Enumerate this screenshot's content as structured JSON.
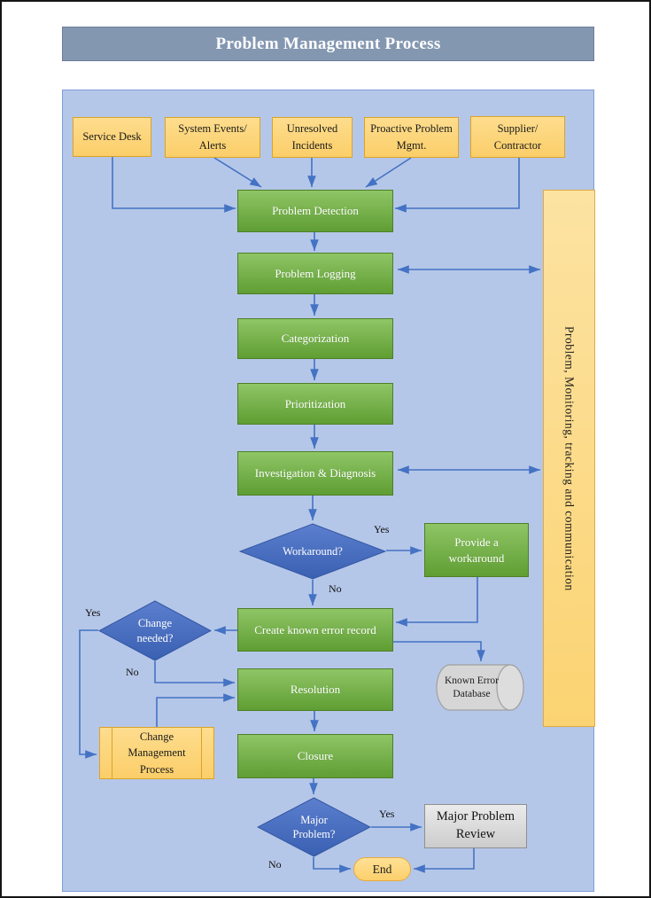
{
  "title": "Problem Management Process",
  "sources": [
    {
      "label": "Service Desk"
    },
    {
      "label": "System Events/ Alerts"
    },
    {
      "label": "Unresolved Incidents"
    },
    {
      "label": "Proactive Problem Mgmt."
    },
    {
      "label": "Supplier/ Contractor"
    }
  ],
  "nodes": {
    "problem_detection": {
      "label": "Problem Detection"
    },
    "problem_logging": {
      "label": "Problem Logging"
    },
    "categorization": {
      "label": "Categorization"
    },
    "prioritization": {
      "label": "Prioritization"
    },
    "investigation": {
      "label": "Investigation & Diagnosis"
    },
    "provide_workaround": {
      "label": "Provide a workaround"
    },
    "create_known_error": {
      "label": "Create known error record"
    },
    "resolution": {
      "label": "Resolution"
    },
    "closure": {
      "label": "Closure"
    },
    "change_mgmt": {
      "label": "Change Management Process"
    },
    "known_error_db": {
      "label": "Known Error Database"
    },
    "major_review": {
      "label": "Major Problem Review"
    },
    "end": {
      "label": "End"
    },
    "band": {
      "label": "Problem, Monitoring, tracking and communication"
    }
  },
  "decisions": {
    "workaround": {
      "label": "Workaround?"
    },
    "change_needed": {
      "label": "Change needed?"
    },
    "major_problem": {
      "label": "Major Problem?"
    }
  },
  "edge_labels": {
    "workaround_yes": "Yes",
    "workaround_no": "No",
    "change_yes": "Yes",
    "change_no": "No",
    "major_yes": "Yes",
    "major_no": "No"
  },
  "colors": {
    "title_bar": "#8497b1",
    "panel": "#b5c7e8",
    "process_green": "#5f9e33",
    "source_orange": "#fcd77e",
    "decision_blue": "#4472c4",
    "arrow_blue": "#4472c4",
    "database_gray": "#d6d6d6",
    "review_gray": "#d9d9d9"
  }
}
